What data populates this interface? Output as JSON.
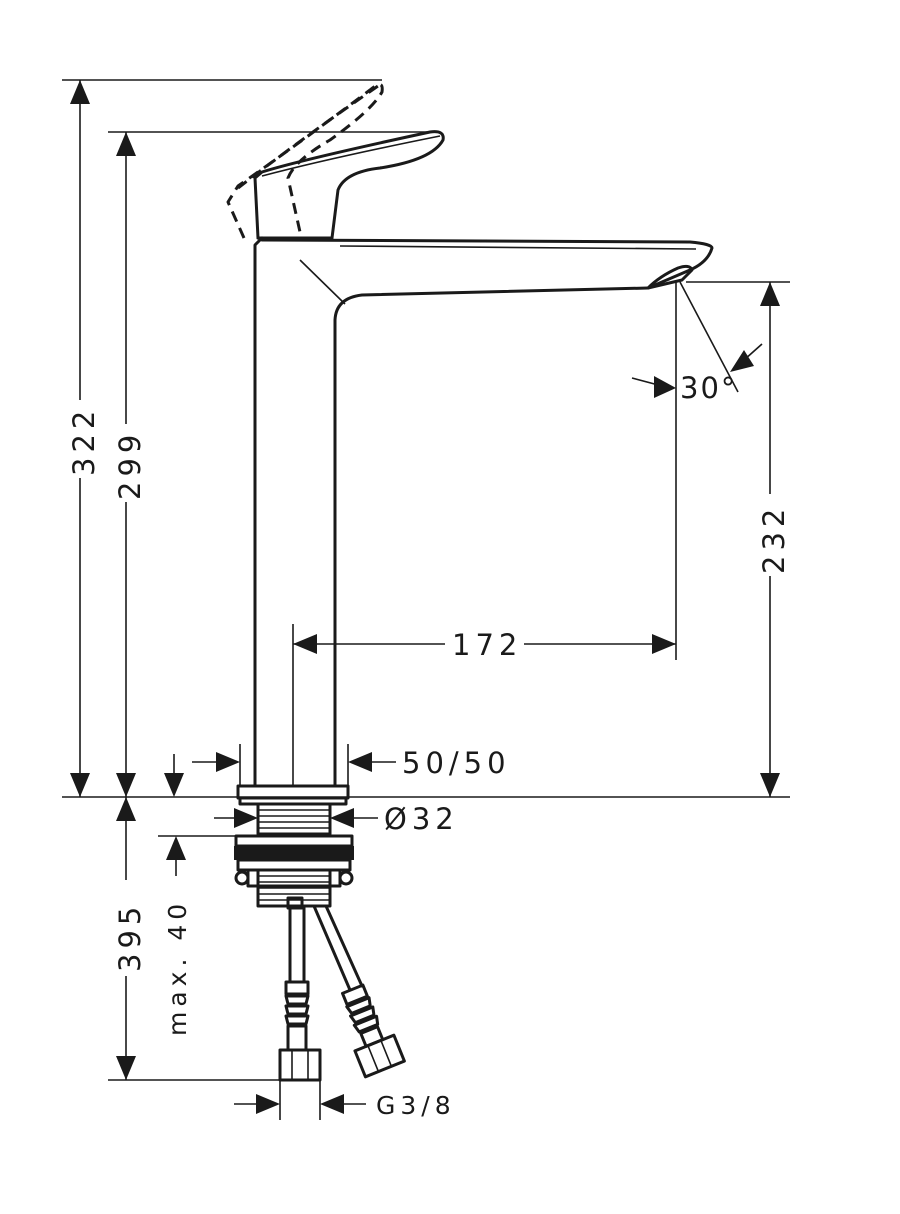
{
  "dimensions": {
    "total_height": "322",
    "spout_height": "299",
    "outlet_height": "232",
    "reach": "172",
    "spray_angle": "30°",
    "body_width": "50/50",
    "hole_diameter": "Ø32",
    "under_sink_length": "395",
    "max_thickness": "max. 40",
    "connection_thread": "G3/8"
  }
}
